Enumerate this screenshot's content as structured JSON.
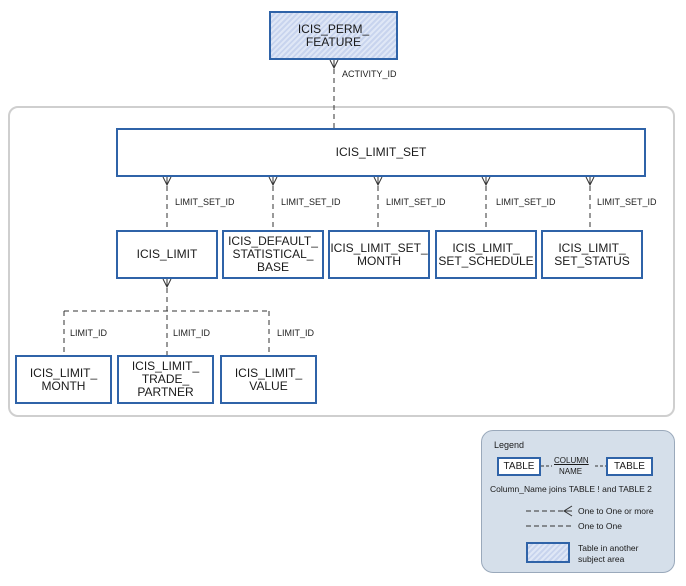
{
  "tables": {
    "perm_feature": "ICIS_PERM_\nFEATURE",
    "limit_set": "ICIS_LIMIT_SET",
    "limit": "ICIS_LIMIT",
    "default_statistical_base": "ICIS_DEFAULT_\nSTATISTICAL_\nBASE",
    "limit_set_month": "ICIS_LIMIT_SET_\nMONTH",
    "limit_set_schedule": "ICIS_LIMIT_\nSET_SCHEDULE",
    "limit_set_status": "ICIS_LIMIT_\nSET_STATUS",
    "limit_month": "ICIS_LIMIT_\nMONTH",
    "limit_trade_partner": "ICIS_LIMIT_\nTRADE_\nPARTNER",
    "limit_value": "ICIS_LIMIT_\nVALUE"
  },
  "relationships": {
    "activity_id": "ACTIVITY_ID",
    "limit_set_id_1": "LIMIT_SET_ID",
    "limit_set_id_2": "LIMIT_SET_ID",
    "limit_set_id_3": "LIMIT_SET_ID",
    "limit_set_id_4": "LIMIT_SET_ID",
    "limit_set_id_5": "LIMIT_SET_ID",
    "limit_id_1": "LIMIT_ID",
    "limit_id_2": "LIMIT_ID",
    "limit_id_3": "LIMIT_ID"
  },
  "legend": {
    "title": "Legend",
    "table_left": "TABLE",
    "table_right": "TABLE",
    "column_top": "COLUMN",
    "column_bottom": "NAME",
    "joins_text": "Column_Name joins TABLE ! and TABLE 2",
    "one_to_many": "One to One or more",
    "one_to_one": "One to One",
    "other_area_line1": "Table in another",
    "other_area_line2": "subject area"
  },
  "colors": {
    "table_border": "#2f63a8",
    "other_area_fill": "#dfe7f6",
    "legend_bg": "#d5dfea"
  }
}
